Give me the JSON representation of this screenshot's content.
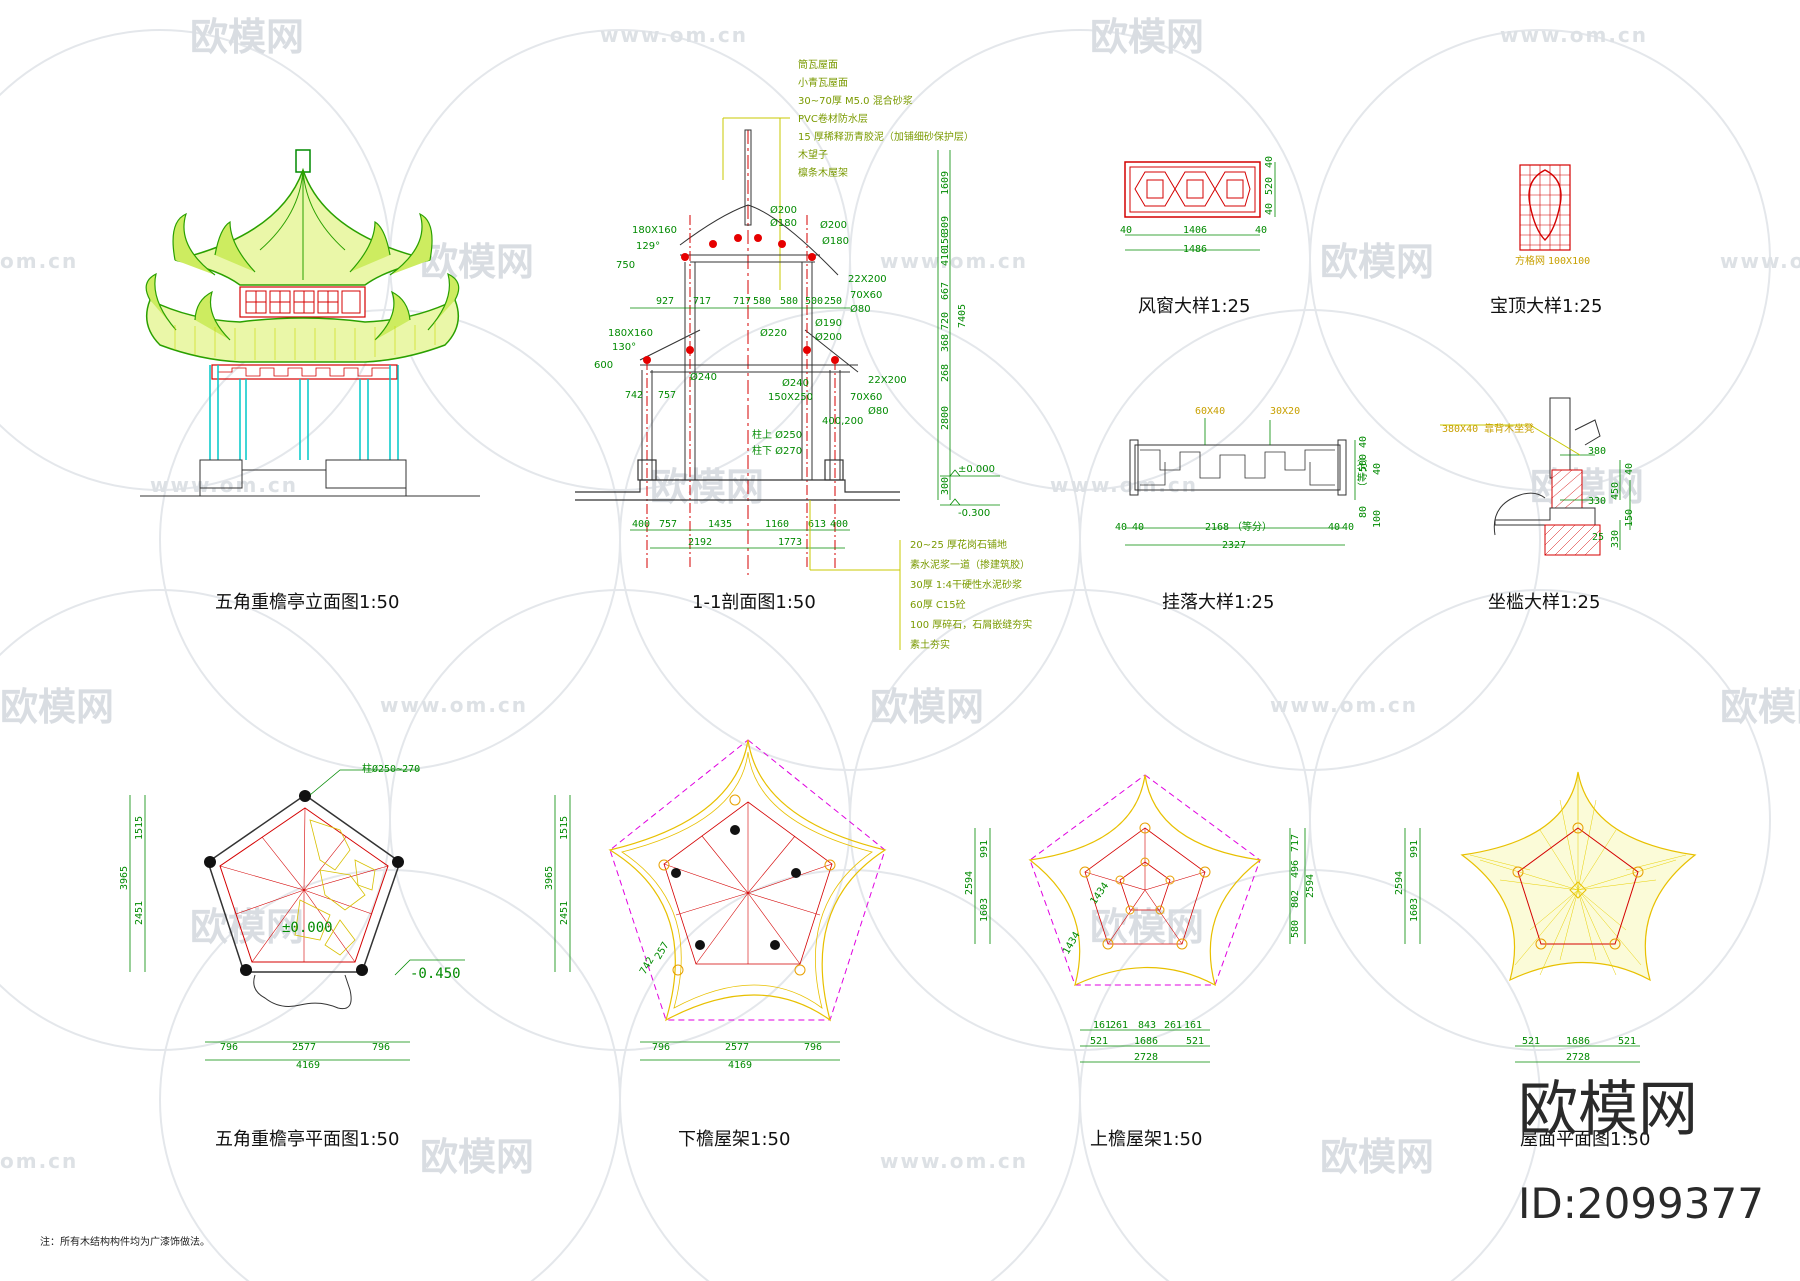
{
  "drawings": {
    "elevation": {
      "caption": "五角重檐亭立面图1:50"
    },
    "section": {
      "caption": "1-1剖面图1:50",
      "roof_layers": [
        "筒瓦屋面",
        "小青瓦屋面",
        "30~70厚 M5.0 混合砂浆",
        "PVC卷材防水层",
        "15 厚稀释沥青胶泥（加铺细砂保护层）",
        "木望子",
        "檩条木屋架"
      ],
      "floor_layers": [
        "20~25 厚花岗石铺地",
        "素水泥浆一道（掺建筑胶）",
        "30厚 1:4干硬性水泥砂浆",
        "60厚 C15砼",
        "100 厚碎石，石屑嵌缝夯实",
        "素土夯实"
      ],
      "dims_top": [
        "927",
        "717",
        "717",
        "580",
        "580",
        "500",
        "250"
      ],
      "dims_bottom": [
        "400",
        "757",
        "1435",
        "1160",
        "613",
        "400"
      ],
      "dims_bottom_total": [
        "2192",
        "1773"
      ],
      "dims_right": [
        "1609",
        "309",
        "150",
        "410",
        "667",
        "368",
        "720",
        "268",
        "2800",
        "300"
      ],
      "dims_right_total": "7405",
      "dims_left": [
        "742",
        "757"
      ],
      "labels": [
        "180X160",
        "129°",
        "750",
        "180X160",
        "130°",
        "600",
        "Ø200",
        "Ø180",
        "Ø200",
        "Ø180",
        "22X200",
        "70X60",
        "Ø80",
        "Ø190",
        "Ø220",
        "Ø200",
        "Ø240",
        "Ø240",
        "150X250",
        "22X200",
        "70X60",
        "Ø80",
        "400,200",
        "柱上 Ø250",
        "柱下 Ø270"
      ],
      "levels": [
        "±0.000",
        "-0.300"
      ]
    },
    "wind_window": {
      "caption": "风窗大样1:25",
      "dims": [
        "40",
        "1406",
        "40",
        "1486",
        "40",
        "520",
        "40"
      ]
    },
    "finial": {
      "caption": "宝顶大样1:25",
      "label": "方格网",
      "size": "100X100"
    },
    "hanging_fret": {
      "caption": "挂落大样1:25",
      "labels": [
        "60X40",
        "30X20"
      ],
      "dims": [
        "40",
        "40",
        "2168",
        "（等分）",
        "40",
        "40",
        "2327",
        "40",
        "500",
        "40",
        "（等分）",
        "80",
        "100"
      ]
    },
    "railing": {
      "caption": "坐槛大样1:25",
      "labels": [
        "380X40 靠背木坐凳",
        "380",
        "330",
        "25"
      ],
      "dims": [
        "450",
        "40",
        "150",
        "330"
      ]
    },
    "plan": {
      "caption": "五角重檐亭平面图1:50",
      "labels": [
        "柱Ø250~270",
        "±0.000",
        "-0.450"
      ],
      "dims_bottom": [
        "796",
        "2577",
        "796"
      ],
      "total": "4169",
      "dims_left": [
        "1515",
        "3965",
        "2451"
      ]
    },
    "lower_frame": {
      "caption": "下檐屋架1:50",
      "dims_bottom": [
        "796",
        "2577",
        "796"
      ],
      "total": "4169",
      "dims_left": [
        "1515",
        "3965",
        "2451"
      ],
      "labels": [
        "742",
        "257"
      ]
    },
    "upper_frame": {
      "caption": "上檐屋架1:50",
      "dims_bottom_row1": [
        "161",
        "261",
        "843",
        "261",
        "161"
      ],
      "dims_bottom_row2": [
        "521",
        "1686",
        "521"
      ],
      "total": "2728",
      "dims_left": [
        "991",
        "2594",
        "1603"
      ],
      "dims_right": [
        "717",
        "496",
        "2594",
        "802",
        "580"
      ],
      "labels": [
        "1434",
        "1434"
      ]
    },
    "roof_plan": {
      "caption": "屋面平面图1:50",
      "dims_bottom": [
        "521",
        "1686",
        "521"
      ],
      "total": "2728",
      "dims_left": [
        "991",
        "2594",
        "1603"
      ]
    }
  },
  "note": "注：所有木结构构件均为广漆饰做法。",
  "brand": {
    "name": "欧模网",
    "id": "ID:2099377"
  },
  "watermark": {
    "logo": "欧模网",
    "url": "www.om.cn",
    "url_short": "om.cn"
  },
  "colors": {
    "green": "#008a00",
    "red": "#d40000",
    "yellow": "#e8e800",
    "magenta": "#e000e0",
    "cyan": "#00c8c8",
    "grid": "#c8a000"
  }
}
